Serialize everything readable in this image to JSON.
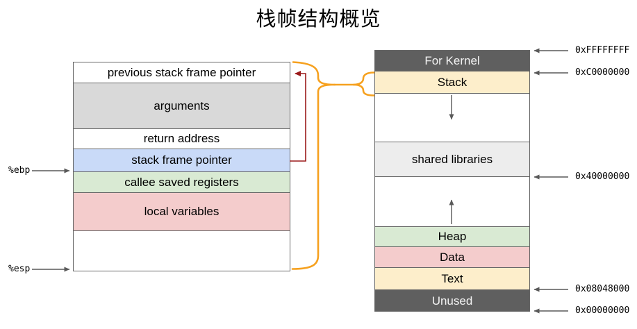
{
  "title": "栈帧结构概览",
  "stack_frame": {
    "rows": [
      {
        "label": "previous stack frame pointer"
      },
      {
        "label": "arguments"
      },
      {
        "label": "return address"
      },
      {
        "label": "stack frame pointer"
      },
      {
        "label": "callee saved registers"
      },
      {
        "label": "local variables"
      },
      {
        "label": ""
      }
    ],
    "registers": {
      "ebp": "%ebp",
      "esp": "%esp"
    }
  },
  "memory_layout": {
    "segments": [
      {
        "label": "For Kernel"
      },
      {
        "label": "Stack"
      },
      {
        "label": ""
      },
      {
        "label": "shared libraries"
      },
      {
        "label": ""
      },
      {
        "label": "Heap"
      },
      {
        "label": "Data"
      },
      {
        "label": "Text"
      },
      {
        "label": "Unused"
      }
    ],
    "addresses": [
      "0xFFFFFFFF",
      "0xC0000000",
      "0x40000000",
      "0x08048000",
      "0x00000000"
    ]
  },
  "icons": {
    "stack_growth": "down-arrow-icon",
    "heap_growth": "up-arrow-icon",
    "frame_pointer_link": "dark-red-return-arrow",
    "frame_to_stack_mapping": "orange-brace-connector"
  },
  "colors": {
    "row_gray": "#d9d9d9",
    "row_blue": "#c9daf8",
    "row_green": "#d9ead3",
    "row_pink": "#f4cccc",
    "row_cream": "#fdeecb",
    "row_lightgray": "#ededed",
    "segment_dark": "#5f5f5f",
    "border": "#666666",
    "arrow_gray": "#595959",
    "arrow_red": "#9b1b1b",
    "brace_orange": "#f6a11f"
  }
}
